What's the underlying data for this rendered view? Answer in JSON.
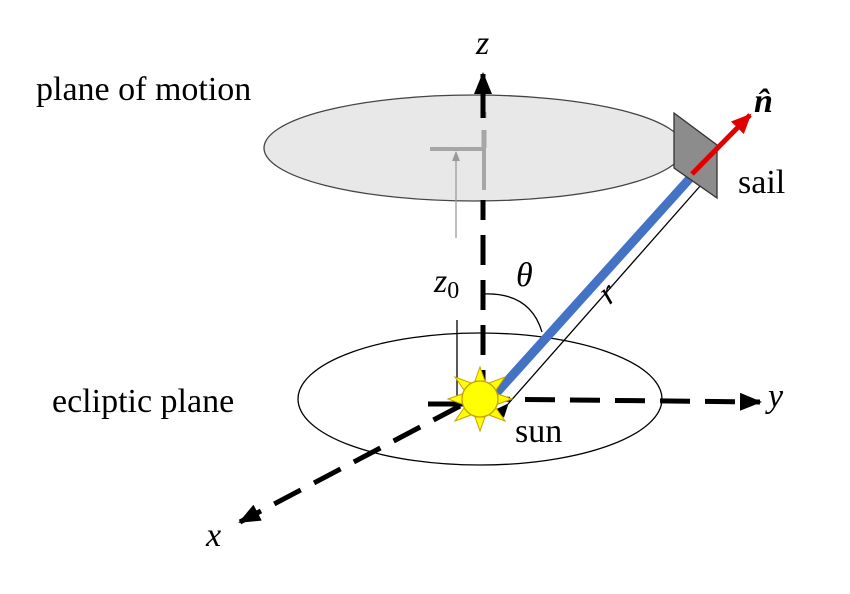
{
  "labels": {
    "plane_of_motion": "plane of motion",
    "ecliptic_plane": "ecliptic plane",
    "sail": "sail",
    "sun": "sun",
    "z_axis": "z",
    "x_axis": "x",
    "y_axis": "y",
    "z0_base": "z",
    "z0_sub": "0",
    "theta": "θ",
    "r": "r",
    "n_hat": "n̂"
  },
  "colors": {
    "radius_vector": "#4472c4",
    "normal_vector": "#e00000",
    "sun_fill": "#ffff00",
    "sun_stroke": "#c8a000",
    "motion_plane_fill": "#e8e8e8",
    "sail_fill": "#8c8c8c"
  },
  "icons": {
    "sun": "sun-icon",
    "sail": "sail-panel"
  }
}
